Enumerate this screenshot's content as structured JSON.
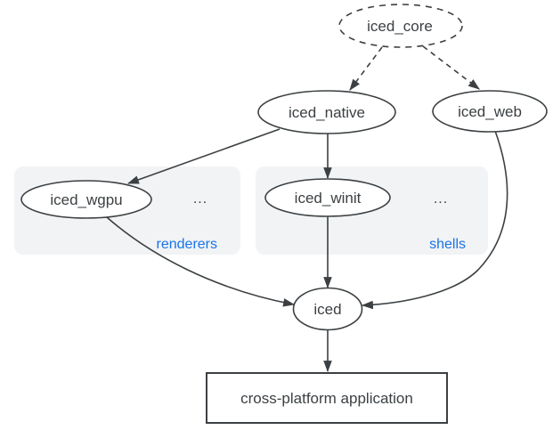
{
  "colors": {
    "background": "#ffffff",
    "stroke": "#3c4043",
    "text": "#3c4043",
    "node_fill": "#ffffff",
    "cluster_fill": "#f1f3f4",
    "cluster_label": "#1a73e8"
  },
  "nodes": {
    "iced_core": {
      "label": "iced_core",
      "shape": "ellipse",
      "style": "dashed"
    },
    "iced_native": {
      "label": "iced_native",
      "shape": "ellipse",
      "style": "solid"
    },
    "iced_web": {
      "label": "iced_web",
      "shape": "ellipse",
      "style": "solid"
    },
    "iced_wgpu": {
      "label": "iced_wgpu",
      "shape": "ellipse",
      "style": "solid"
    },
    "iced_winit": {
      "label": "iced_winit",
      "shape": "ellipse",
      "style": "solid"
    },
    "iced": {
      "label": "iced",
      "shape": "ellipse",
      "style": "solid"
    },
    "app": {
      "label": "cross-platform application",
      "shape": "rect",
      "style": "solid"
    }
  },
  "clusters": {
    "renderers": {
      "label": "renderers",
      "ellipsis": "...",
      "contains": [
        "iced_wgpu"
      ]
    },
    "shells": {
      "label": "shells",
      "ellipsis": "...",
      "contains": [
        "iced_winit"
      ]
    }
  },
  "edges": [
    {
      "from": "iced_core",
      "to": "iced_native",
      "style": "dashed"
    },
    {
      "from": "iced_core",
      "to": "iced_web",
      "style": "dashed"
    },
    {
      "from": "iced_native",
      "to": "iced_wgpu",
      "style": "solid"
    },
    {
      "from": "iced_native",
      "to": "iced_winit",
      "style": "solid"
    },
    {
      "from": "iced_wgpu",
      "to": "iced",
      "style": "solid"
    },
    {
      "from": "iced_winit",
      "to": "iced",
      "style": "solid"
    },
    {
      "from": "iced_web",
      "to": "iced",
      "style": "solid"
    },
    {
      "from": "iced",
      "to": "app",
      "style": "solid"
    }
  ]
}
